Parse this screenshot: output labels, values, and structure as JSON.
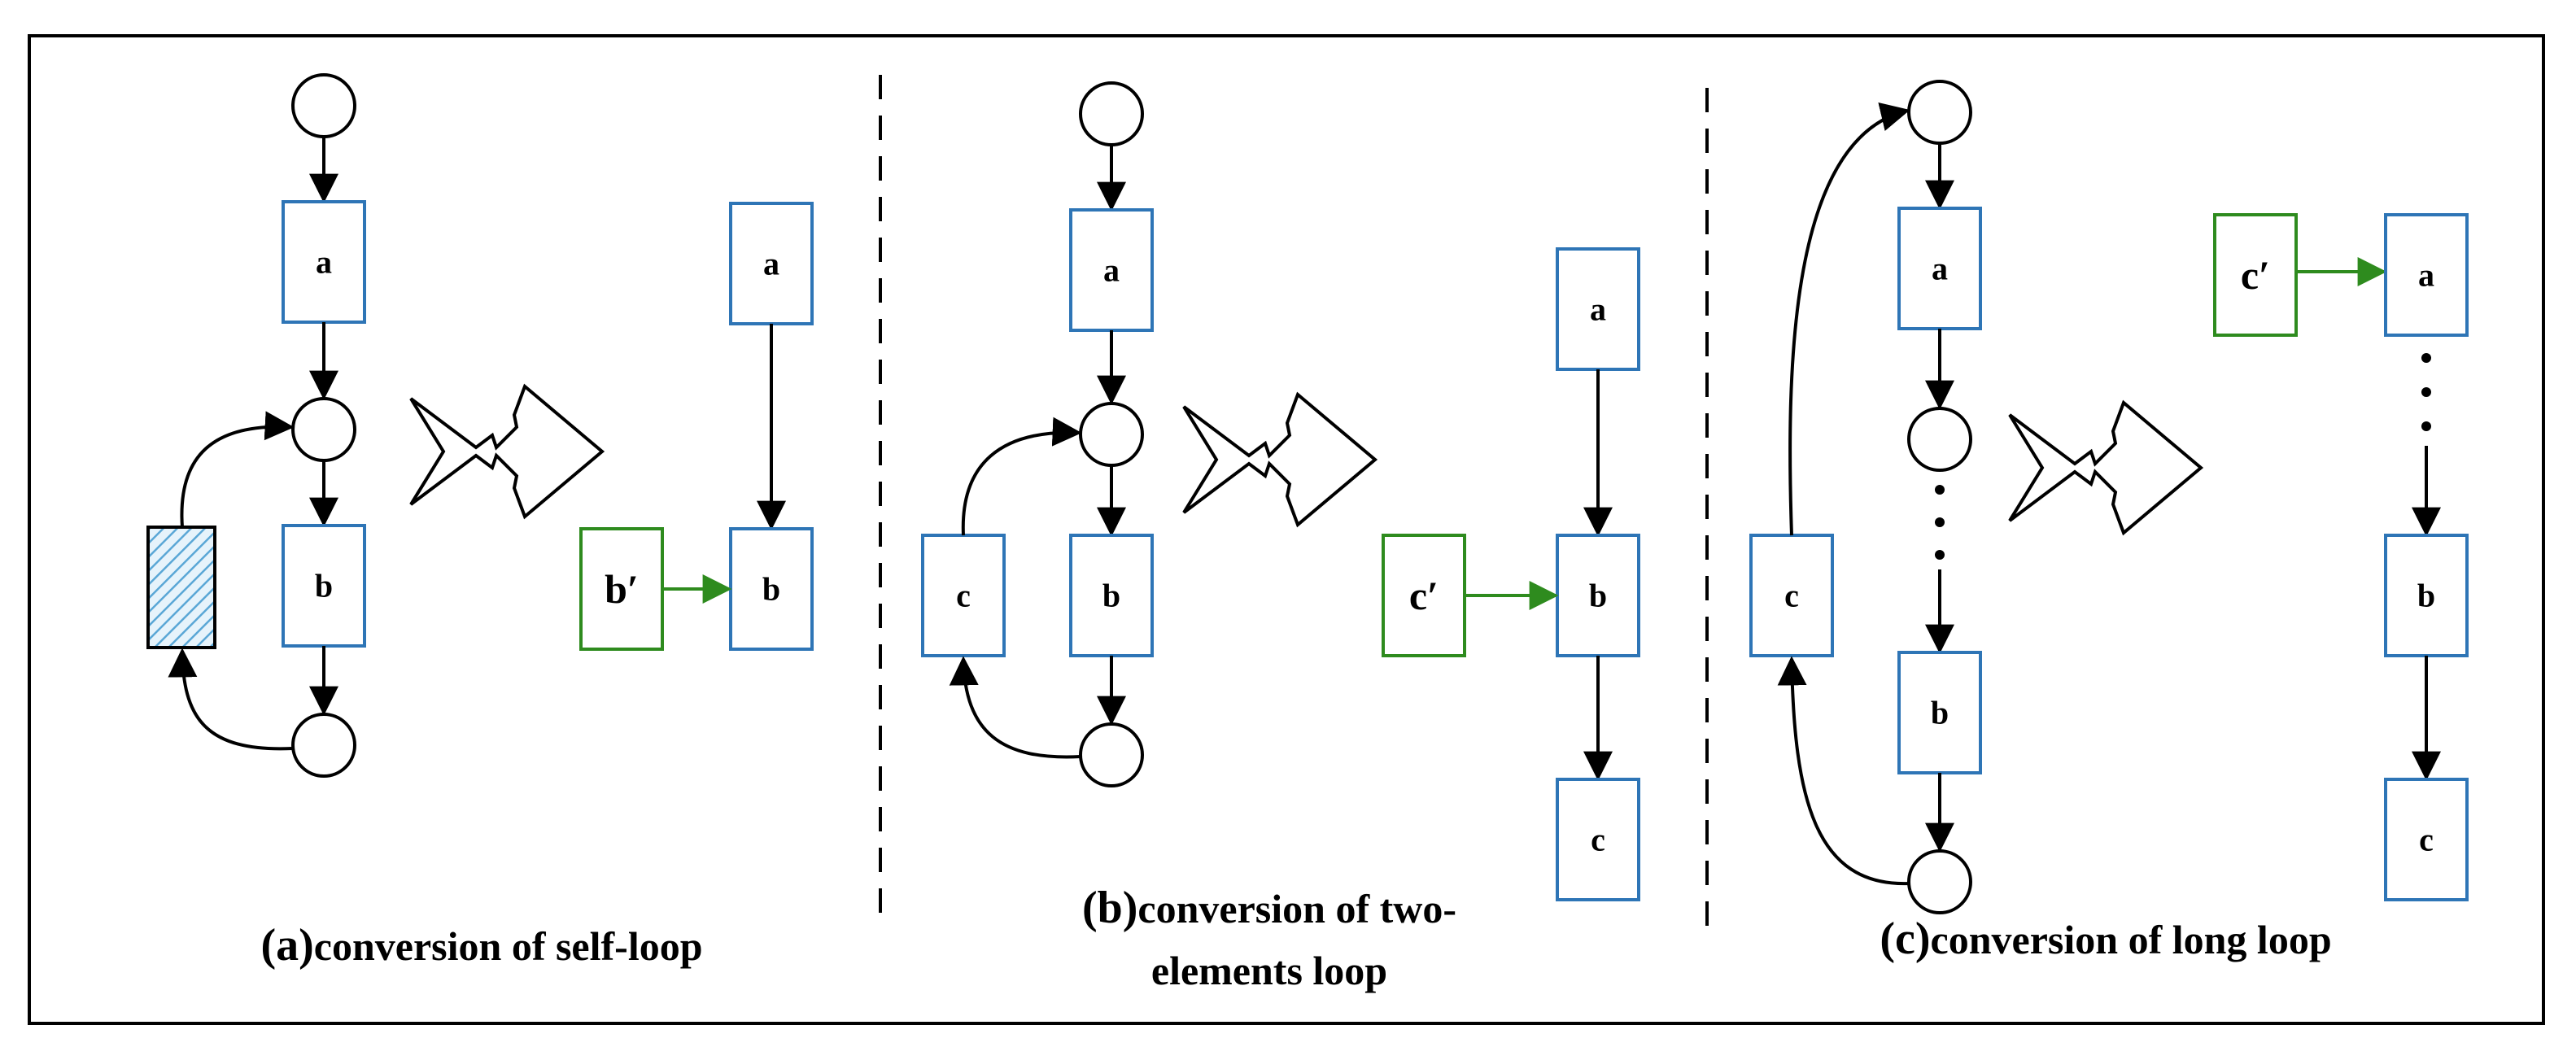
{
  "panels": {
    "a": {
      "caption_prefix": "(a)",
      "caption": "conversion of self-loop",
      "before": {
        "top": "a",
        "middle": "b"
      },
      "after": {
        "source": "a",
        "target": "b",
        "added": "b′"
      }
    },
    "b": {
      "caption_prefix": "(b)",
      "caption": "conversion of two-",
      "caption_line2": "elements loop",
      "before": {
        "top": "a",
        "middle": "b",
        "loop": "c"
      },
      "after": {
        "first": "a",
        "second": "b",
        "third": "c",
        "added": "c′"
      }
    },
    "c": {
      "caption_prefix": "(c)",
      "caption": "conversion of long loop",
      "before": {
        "top": "a",
        "lower": "b",
        "loop": "c"
      },
      "after": {
        "first": "a",
        "second": "b",
        "third": "c",
        "added": "c′"
      }
    }
  },
  "colors": {
    "transition_border": "#2e75b6",
    "added_transition": "#2e8b1e",
    "hatch": "#5aa7d6",
    "arc": "#000000"
  },
  "icons": [
    "conversion-arrow-icon"
  ]
}
